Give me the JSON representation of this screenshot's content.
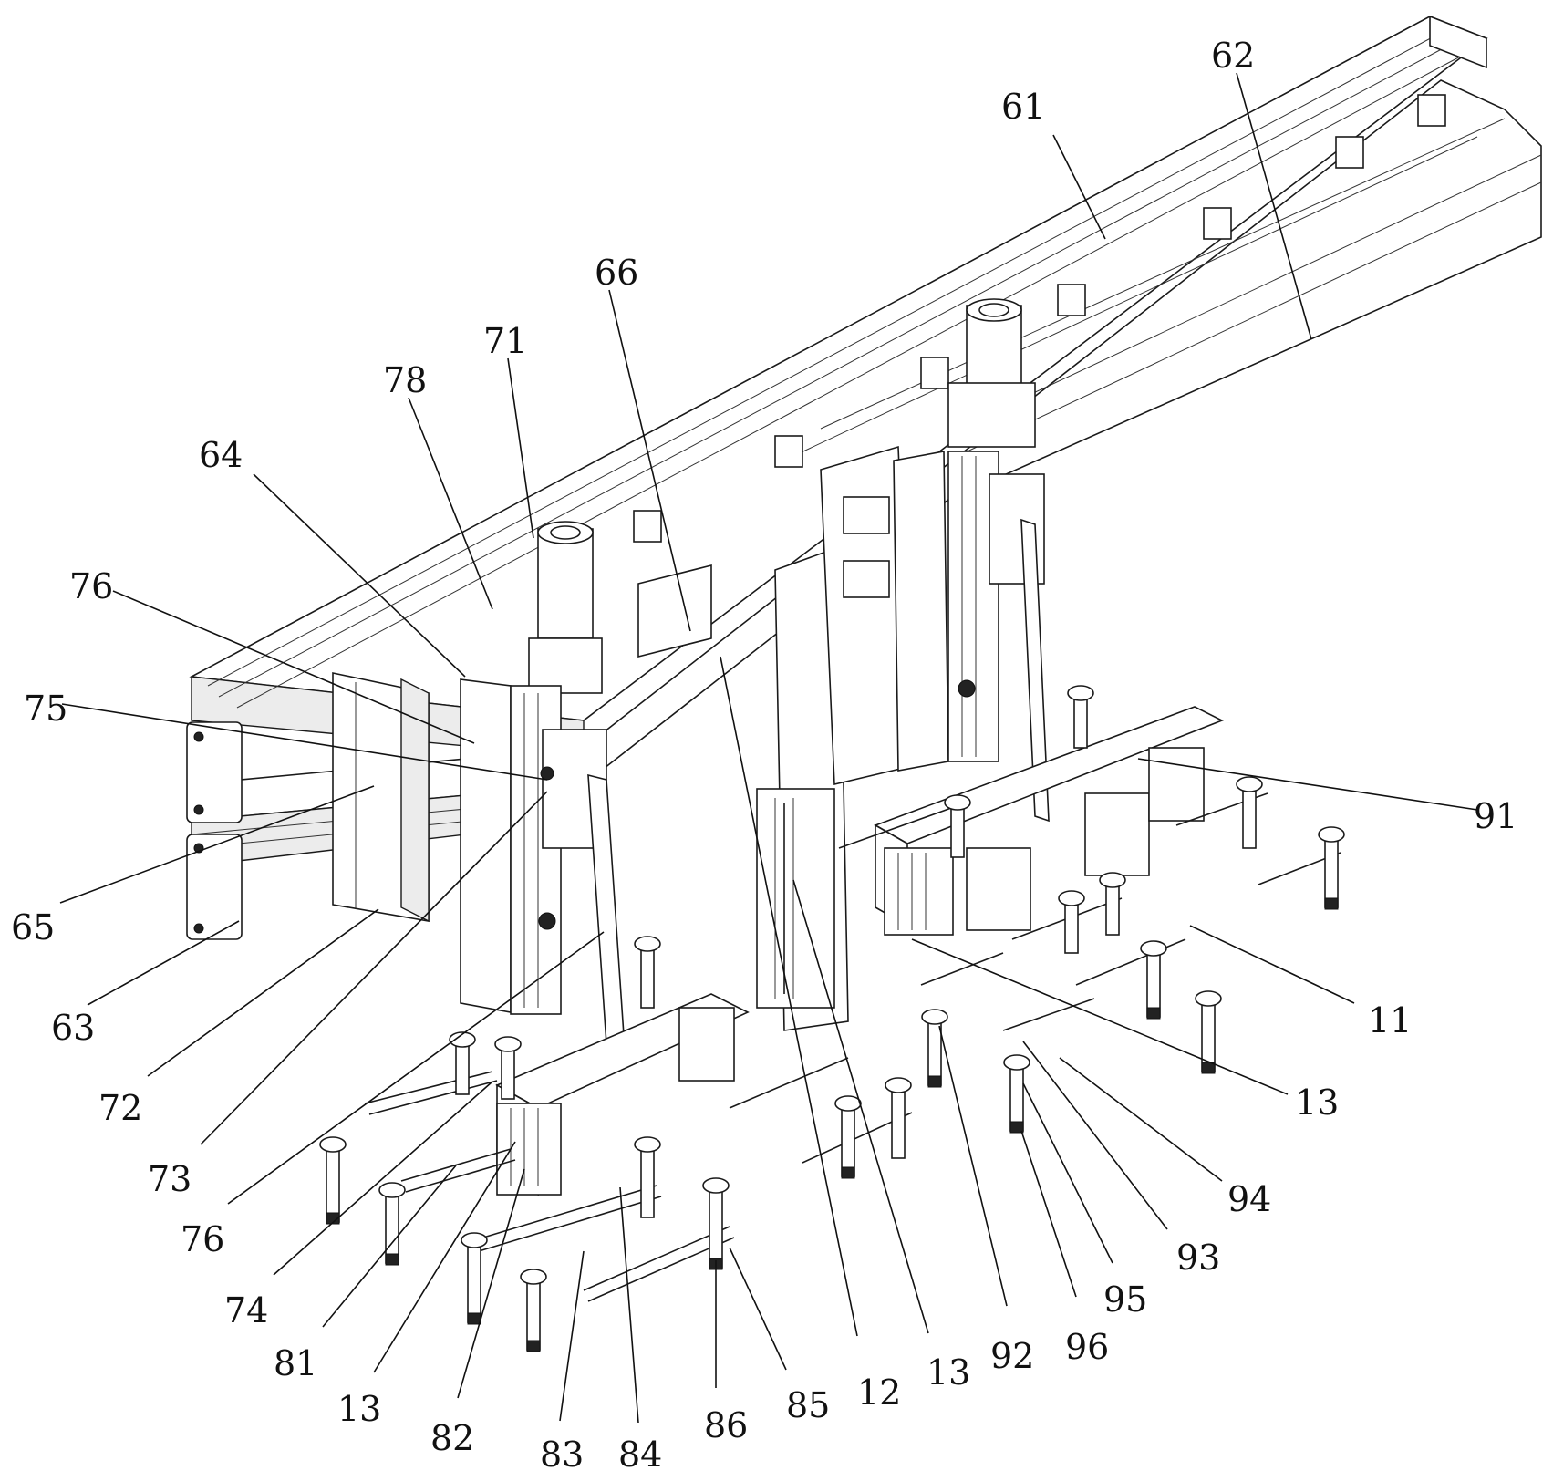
{
  "figure": {
    "labels": [
      {
        "text": "61",
        "part": "rail-61"
      },
      {
        "text": "62",
        "part": "rail-62"
      },
      {
        "text": "66",
        "part": "carriage-plate-66"
      },
      {
        "text": "71",
        "part": "motor-71"
      },
      {
        "text": "78",
        "part": "belt-78"
      },
      {
        "text": "64",
        "part": "rail-64"
      },
      {
        "text": "76",
        "part": "slider-76-top"
      },
      {
        "text": "75",
        "part": "screw-75"
      },
      {
        "text": "65",
        "part": "end-plate-65"
      },
      {
        "text": "63",
        "part": "rail-63"
      },
      {
        "text": "72",
        "part": "column-72"
      },
      {
        "text": "73",
        "part": "guide-73"
      },
      {
        "text": "76",
        "part": "slider-76-bottom"
      },
      {
        "text": "74",
        "part": "base-74"
      },
      {
        "text": "81",
        "part": "arm-81"
      },
      {
        "text": "13",
        "part": "cylinder-13-left"
      },
      {
        "text": "82",
        "part": "bracket-82"
      },
      {
        "text": "83",
        "part": "bar-83"
      },
      {
        "text": "84",
        "part": "bar-84"
      },
      {
        "text": "86",
        "part": "pin-86"
      },
      {
        "text": "85",
        "part": "rod-85"
      },
      {
        "text": "12",
        "part": "plate-12"
      },
      {
        "text": "13",
        "part": "cylinder-13-middle"
      },
      {
        "text": "92",
        "part": "post-92"
      },
      {
        "text": "96",
        "part": "pin-96"
      },
      {
        "text": "95",
        "part": "rod-95"
      },
      {
        "text": "93",
        "part": "bar-93"
      },
      {
        "text": "94",
        "part": "arm-94"
      },
      {
        "text": "13",
        "part": "cylinder-13-right"
      },
      {
        "text": "11",
        "part": "frame-11"
      },
      {
        "text": "91",
        "part": "plate-91"
      }
    ]
  }
}
